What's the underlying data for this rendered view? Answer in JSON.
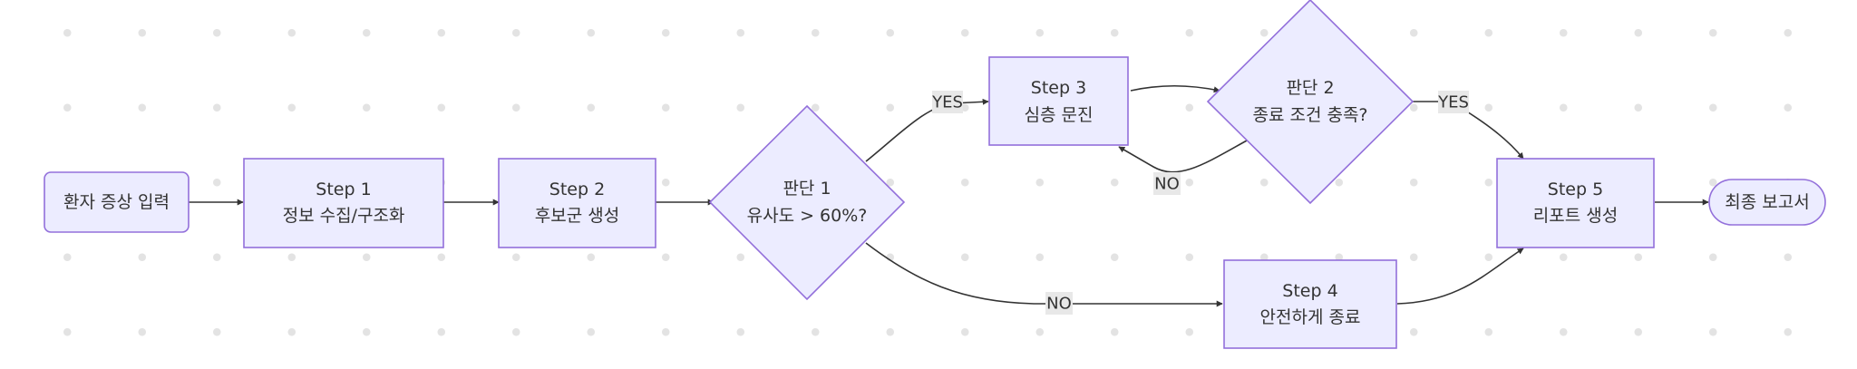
{
  "nodes": {
    "start": {
      "text": "환자 증상 입력"
    },
    "step1": {
      "line1": "Step 1",
      "line2": "정보 수집/구조화"
    },
    "step2": {
      "line1": "Step 2",
      "line2": "후보군 생성"
    },
    "decision1": {
      "line1": "판단 1",
      "line2": "유사도 > 60%?"
    },
    "step3": {
      "line1": "Step 3",
      "line2": "심층 문진"
    },
    "decision2": {
      "line1": "판단 2",
      "line2": "종료 조건 충족?"
    },
    "step4": {
      "line1": "Step 4",
      "line2": "안전하게 종료"
    },
    "step5": {
      "line1": "Step 5",
      "line2": "리포트 생성"
    },
    "end": {
      "text": "최종 보고서"
    }
  },
  "edge_labels": {
    "d1_yes": "YES",
    "d1_no": "NO",
    "d2_no": "NO",
    "d2_yes": "YES"
  },
  "colors": {
    "node_fill": "#ececff",
    "node_stroke": "#9370db",
    "edge": "#333333",
    "label_bg": "#e8e8e8"
  }
}
